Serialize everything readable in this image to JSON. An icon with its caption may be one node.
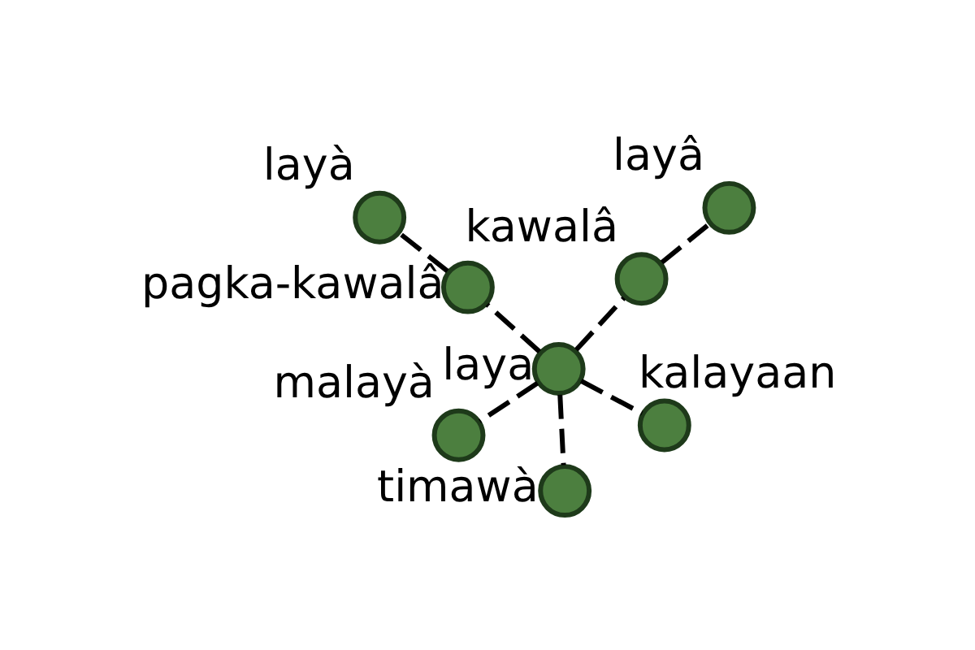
{
  "diagram": {
    "nodes": [
      {
        "text": [
          "kawalâ"
        ]
      },
      {
        "text": [
          "layâ"
        ]
      },
      {
        "text": [
          "laya"
        ]
      },
      {
        "text": [
          "pagka-kawalâ"
        ]
      },
      {
        "text": [
          "kalayaan"
        ]
      },
      {
        "text": [
          "layà"
        ]
      },
      {
        "text": [
          "malayà"
        ]
      },
      {
        "text": [
          "timawà"
        ]
      }
    ],
    "edges": [
      {
        "from": 2,
        "to": 0,
        "arrow": "none",
        "style": "dashed"
      },
      {
        "from": 0,
        "to": 1,
        "arrow": "none",
        "style": "dashed"
      },
      {
        "from": 2,
        "to": 3,
        "arrow": "none",
        "style": "dashed"
      },
      {
        "from": 3,
        "to": 5,
        "arrow": "none",
        "style": "dashed"
      },
      {
        "from": 2,
        "to": 4,
        "arrow": "none",
        "style": "dashed"
      },
      {
        "from": 2,
        "to": 6,
        "arrow": "none",
        "style": "dashed"
      },
      {
        "from": 2,
        "to": 7,
        "arrow": "none",
        "style": "dashed"
      }
    ]
  }
}
